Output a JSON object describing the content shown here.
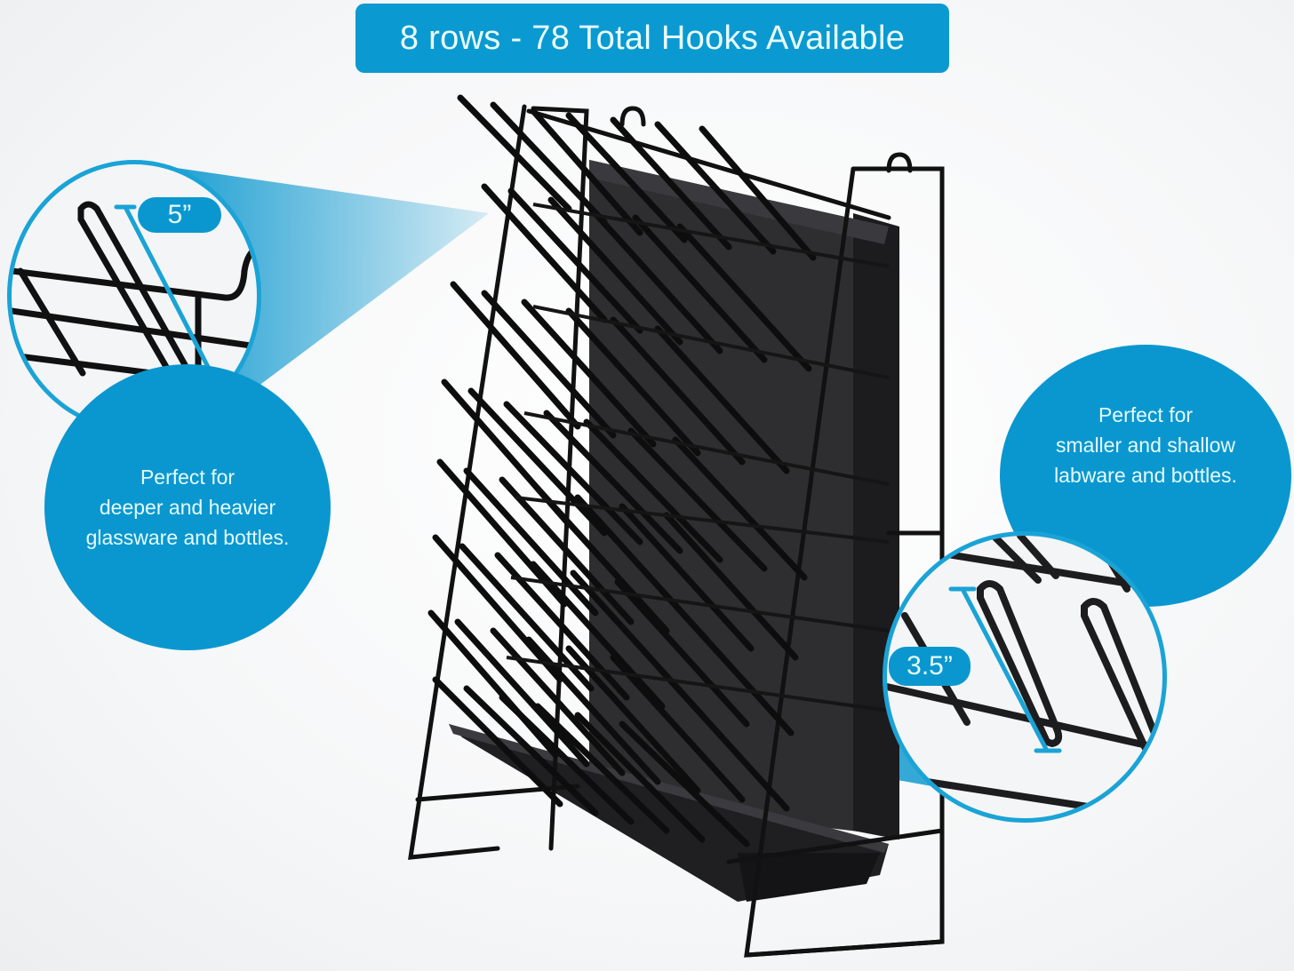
{
  "banner": {
    "text": "8 rows - 78 Total Hooks Available",
    "color": "#0a9ad1"
  },
  "callouts": {
    "left": {
      "dimension": "5”",
      "lines": [
        "Perfect for",
        "deeper and heavier",
        "glassware and bottles."
      ]
    },
    "right": {
      "dimension": "3.5”",
      "lines": [
        "Perfect for",
        "smaller and shallow",
        "labware and bottles."
      ]
    }
  },
  "product": {
    "subject": "drying-rack-with-drip-tray",
    "rows": 8,
    "total_hooks": 78
  },
  "colors": {
    "accent": "#0a97cf",
    "wire": "#111111",
    "tray": "#2a2a2c",
    "background": "#f5f6f7"
  }
}
